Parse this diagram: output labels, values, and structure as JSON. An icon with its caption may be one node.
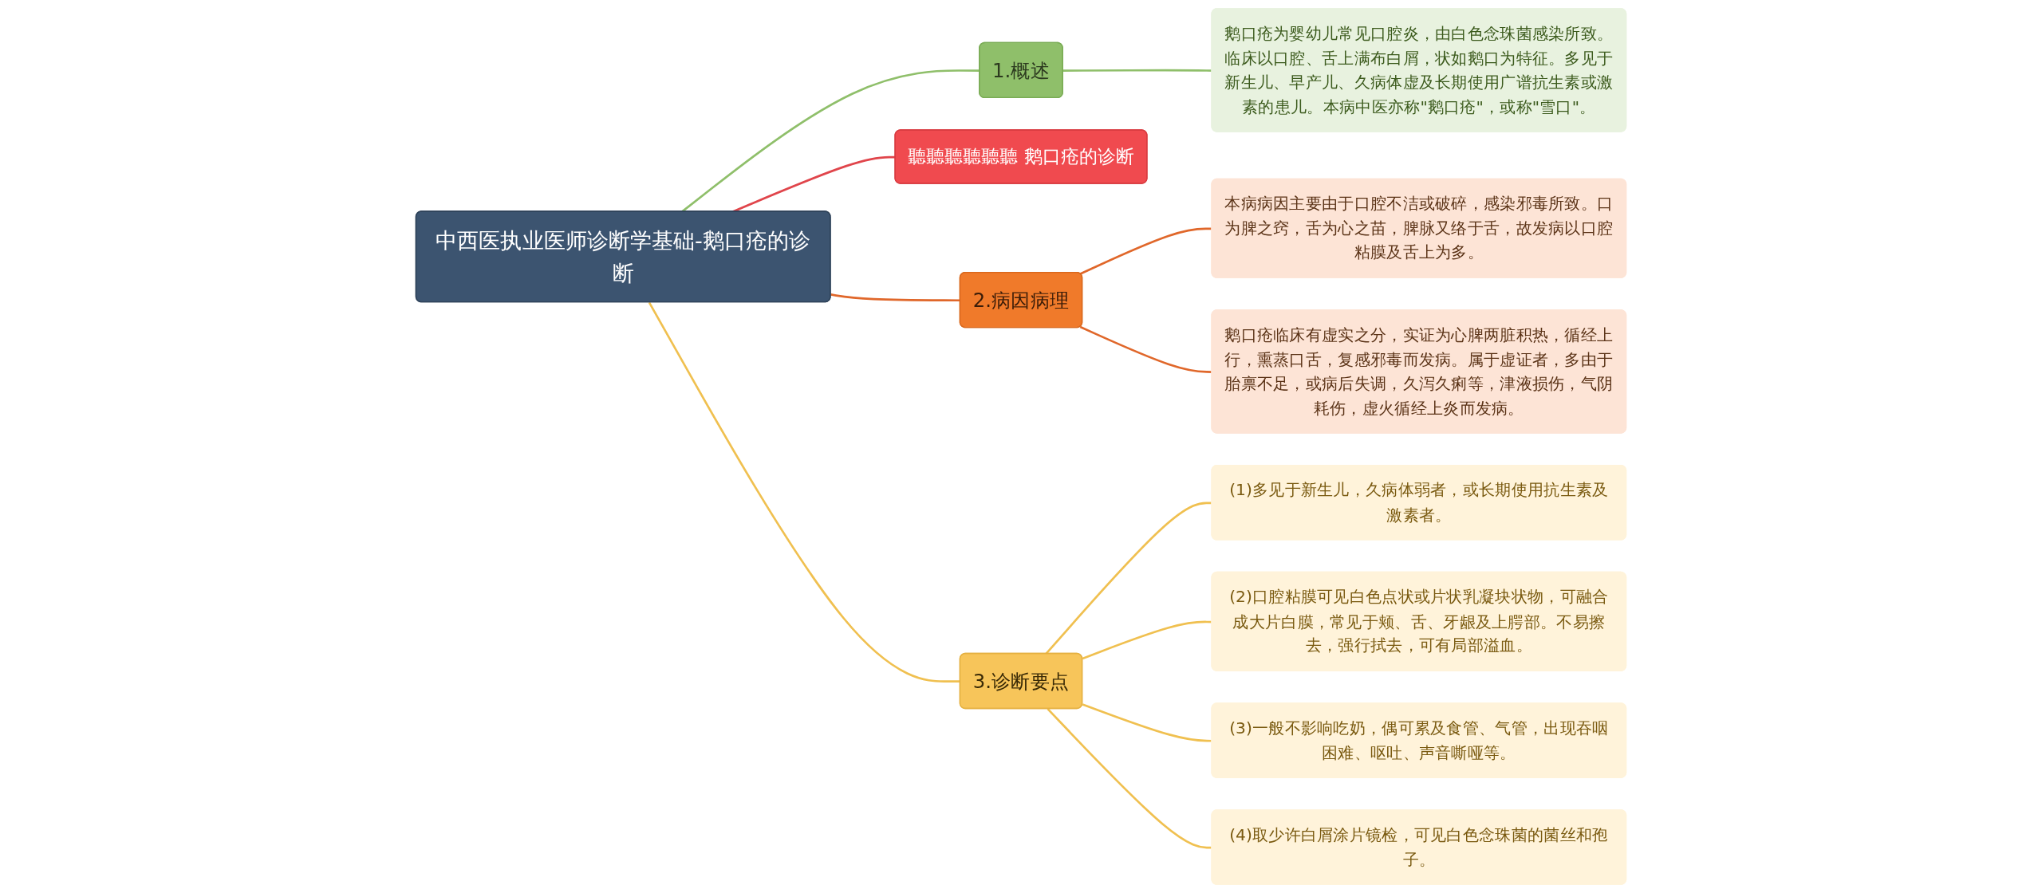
{
  "diagram": {
    "nodes": [
      {
        "text": [
          "中西医执业医师诊断学基础-鹅口疮的诊断"
        ]
      },
      {
        "text": [
          "1.概述"
        ]
      },
      {
        "text": [
          "鹅口疮为婴幼儿常见口腔炎，由白色念珠菌感染所致。临床以口腔、舌上满布白屑，状如鹅口为特征。多见于新生儿、早产儿、久病体虚及长期使用广谱抗生素或激素的患儿。本病中医亦称\"鹅口疮\"，或称\"雪口\"。"
        ]
      },
      {
        "text": [
          "聽聽聽聽聽聽 鹅口疮的诊断"
        ]
      },
      {
        "text": [
          "2.病因病理"
        ]
      },
      {
        "text": [
          "本病病因主要由于口腔不洁或破碎，感染邪毒所致。口为脾之窍，舌为心之苗，脾脉又络于舌，故发病以口腔粘膜及舌上为多。"
        ]
      },
      {
        "text": [
          "鹅口疮临床有虚实之分，实证为心脾两脏积热，循经上行，熏蒸口舌，复感邪毒而发病。属于虚证者，多由于胎禀不足，或病后失调，久泻久痢等，津液损伤，气阴耗伤，虚火循经上炎而发病。"
        ]
      },
      {
        "text": [
          "3.诊断要点"
        ]
      },
      {
        "text": [
          "(1)多见于新生儿，久病体弱者，或长期使用抗生素及激素者。"
        ]
      },
      {
        "text": [
          "(2)口腔粘膜可见白色点状或片状乳凝块状物，可融合成大片白膜，常见于颊、舌、牙龈及上腭部。不易擦去，强行拭去，可有局部溢血。"
        ]
      },
      {
        "text": [
          "(3)一般不影响吃奶，偶可累及食管、气管，出现吞咽困难、呕吐、声音嘶哑等。"
        ]
      },
      {
        "text": [
          "(4)取少许白屑涂片镜检，可见白色念珠菌的菌丝和孢子。"
        ]
      }
    ],
    "edges": [
      {
        "from": 0,
        "to": 1,
        "arrow": "none",
        "color": "#8fbf6a"
      },
      {
        "from": 1,
        "to": 2,
        "arrow": "none",
        "color": "#8fbf6a"
      },
      {
        "from": 0,
        "to": 3,
        "arrow": "none",
        "color": "#e0454b"
      },
      {
        "from": 0,
        "to": 4,
        "arrow": "none",
        "color": "#e0672a"
      },
      {
        "from": 4,
        "to": 5,
        "arrow": "none",
        "color": "#e0672a"
      },
      {
        "from": 4,
        "to": 6,
        "arrow": "none",
        "color": "#e0672a"
      },
      {
        "from": 0,
        "to": 7,
        "arrow": "none"
      },
      {
        "from": 7,
        "to": 8,
        "arrow": "none"
      },
      {
        "from": 7,
        "to": 9,
        "arrow": "none"
      },
      {
        "from": 7,
        "to": 10,
        "arrow": "none"
      },
      {
        "from": 7,
        "to": 11,
        "arrow": "none"
      }
    ]
  }
}
